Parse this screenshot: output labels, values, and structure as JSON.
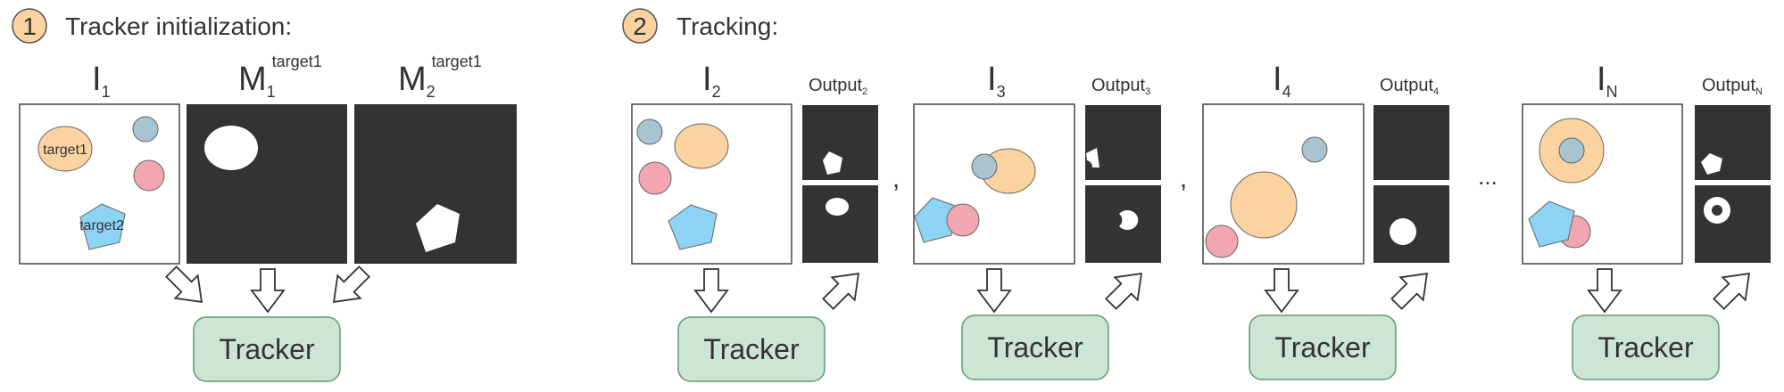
{
  "colors": {
    "orange": "#fbd3a1",
    "blue": "#a8c4d1",
    "pink": "#f2a6b0",
    "cyan": "#8dd3f3",
    "mask_bg": "#333333",
    "tracker_fill": "#cce5d4",
    "tracker_stroke": "#5e9a6e",
    "badge_fill": "#fbd3a1"
  },
  "init": {
    "step": "1",
    "title": "Tracker initialization:",
    "frame_label": "I",
    "frame_sub": "1",
    "mask1_label": "M",
    "mask1_sub": "1",
    "mask1_sup": "target1",
    "mask2_label": "M",
    "mask2_sub": "2",
    "mask2_sup": "target1",
    "target1_label": "target1",
    "target2_label": "target2",
    "tracker_label": "Tracker"
  },
  "tracking": {
    "step": "2",
    "title": "Tracking:",
    "separator_comma": ",",
    "ellipsis": "...",
    "frames": [
      {
        "label": "I",
        "sub": "2",
        "out_label": "Output",
        "out_sub": "2",
        "tracker": "Tracker"
      },
      {
        "label": "I",
        "sub": "3",
        "out_label": "Output",
        "out_sub": "3",
        "tracker": "Tracker"
      },
      {
        "label": "I",
        "sub": "4",
        "out_label": "Output",
        "out_sub": "4",
        "tracker": "Tracker"
      },
      {
        "label": "I",
        "sub": "N",
        "out_label": "Output",
        "out_sub": "N",
        "tracker": "Tracker"
      }
    ]
  }
}
